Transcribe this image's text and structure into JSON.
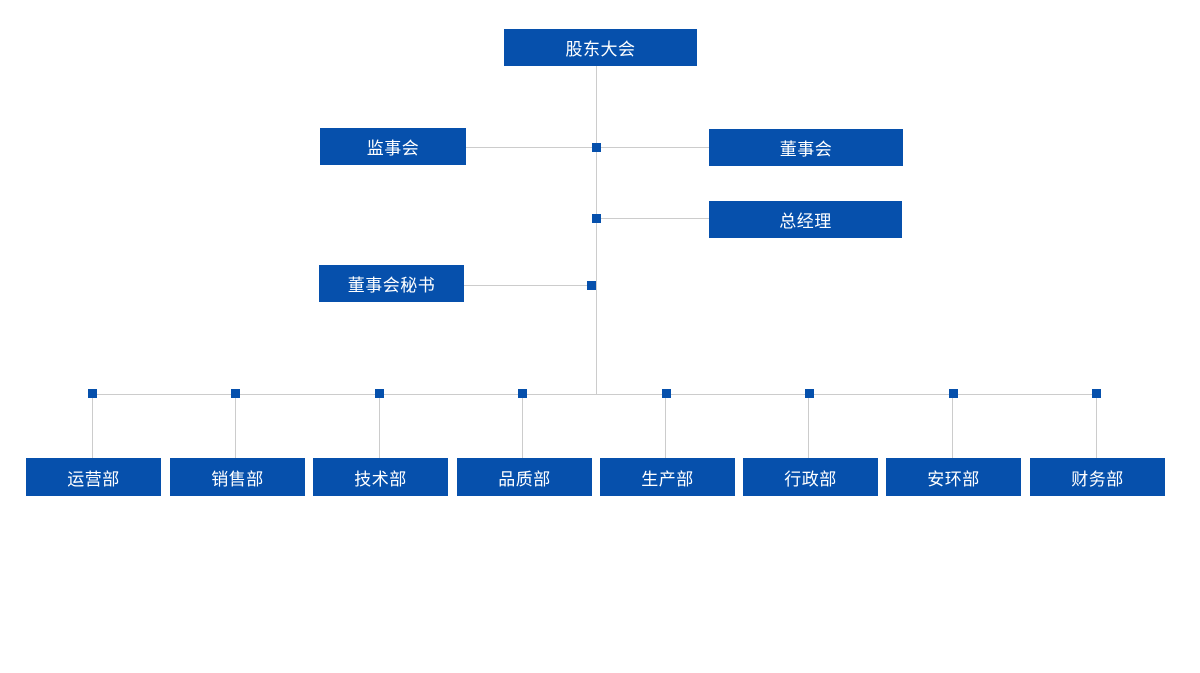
{
  "colors": {
    "node_fill": "#0650ac",
    "node_text": "#ffffff",
    "connector": "#cccccc",
    "junction": "#0650ac"
  },
  "chart": {
    "top": "股东大会",
    "supervisory": "监事会",
    "board": "董事会",
    "general_manager": "总经理",
    "board_secretary": "董事会秘书",
    "departments": [
      "运营部",
      "销售部",
      "技术部",
      "品质部",
      "生产部",
      "行政部",
      "安环部",
      "财务部"
    ]
  }
}
